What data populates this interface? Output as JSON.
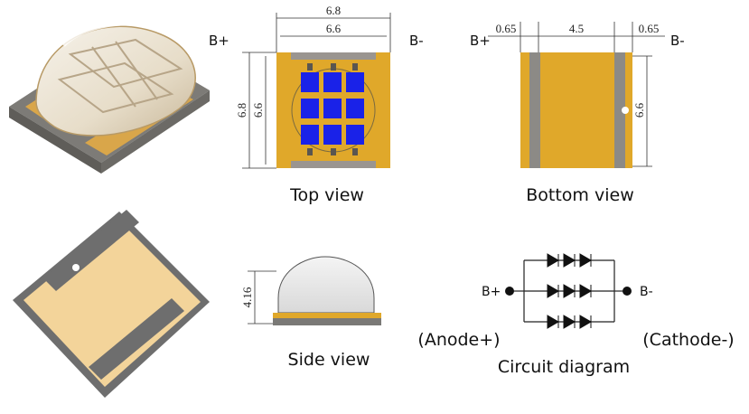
{
  "labels": {
    "top_view": "Top view",
    "bottom_view": "Bottom view",
    "side_view": "Side view",
    "circuit_diagram": "Circuit diagram",
    "anode": "(Anode+)",
    "cathode": "(Cathode-)",
    "b_plus": "B+",
    "b_minus": "B-"
  },
  "dimensions": {
    "top_outer_width": "6.8",
    "top_inner_width": "6.6",
    "top_outer_height": "6.8",
    "top_inner_height": "6.6",
    "bottom_left_pad": "0.65",
    "bottom_center": "4.5",
    "bottom_right_pad": "0.65",
    "bottom_height": "6.6",
    "side_height": "4.16"
  },
  "colors": {
    "pad_gold": "#E0A82A",
    "chip_blue": "#1A22E8",
    "substrate_gray": "#8C8A86",
    "dark_gray": "#6E6E6E"
  }
}
